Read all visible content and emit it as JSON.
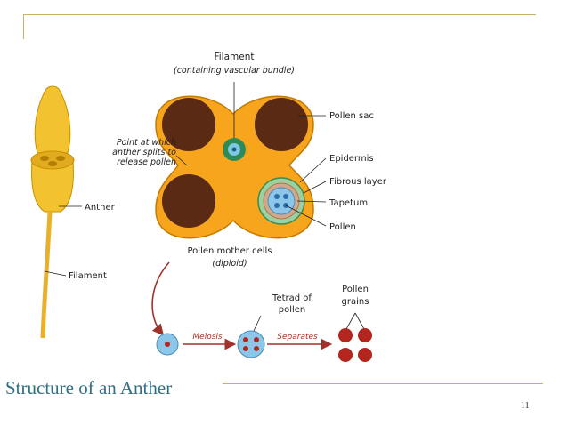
{
  "slide": {
    "title": "Structure of an Anther",
    "page_number": "11"
  },
  "labels": {
    "filament_top": "Filament",
    "filament_top_sub": "(containing vascular bundle)",
    "pollen_sac": "Pollen sac",
    "point_split_1": "Point at which",
    "point_split_2": "anther splits to",
    "point_split_3": "release pollen",
    "epidermis": "Epidermis",
    "fibrous_layer": "Fibrous layer",
    "tapetum": "Tapetum",
    "pollen": "Pollen",
    "anther": "Anther",
    "filament_left": "Filament",
    "pollen_mother_cells": "Pollen mother cells",
    "diploid": "(diploid)",
    "tetrad_1": "Tetrad of",
    "tetrad_2": "pollen",
    "pollen_grains_1": "Pollen",
    "pollen_grains_2": "grains",
    "meiosis": "Meiosis",
    "separates": "Separates"
  },
  "colors": {
    "anther_body": "#f6a51c",
    "anther_outline": "#c47a00",
    "pollen_sac": "#5a2a14",
    "vascular_outer": "#2e8b57",
    "vascular_inner": "#7ec8e3",
    "stamen": "#f2c230",
    "cell_blue": "#8cc7ea",
    "grain_red": "#b3261e",
    "arrow": "#a0302a"
  }
}
